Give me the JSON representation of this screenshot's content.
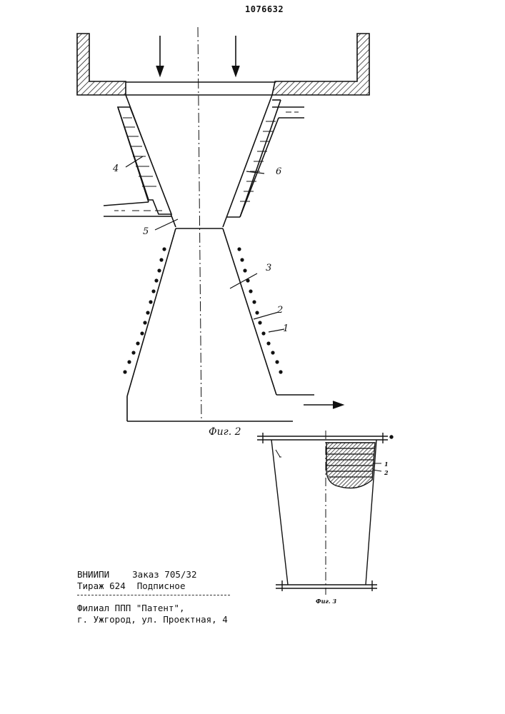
{
  "header": {
    "patent_number": "1076632"
  },
  "figure2": {
    "caption": "Фиг. 2",
    "labels": {
      "l1": "1",
      "l2": "2",
      "l3": "3",
      "l4": "4",
      "l5": "5",
      "l6": "6"
    }
  },
  "figure3": {
    "caption": "Фиг. 3",
    "labels": {
      "l1": "1",
      "l2": "2"
    }
  },
  "imprint": {
    "org": "ВНИИПИ",
    "order": "Заказ 705/32",
    "circulation": "Тираж 624",
    "subscription": "Подписное",
    "branch": "Филиал ППП \"Патент\",",
    "address": "г. Ужгород, ул. Проектная, 4"
  }
}
